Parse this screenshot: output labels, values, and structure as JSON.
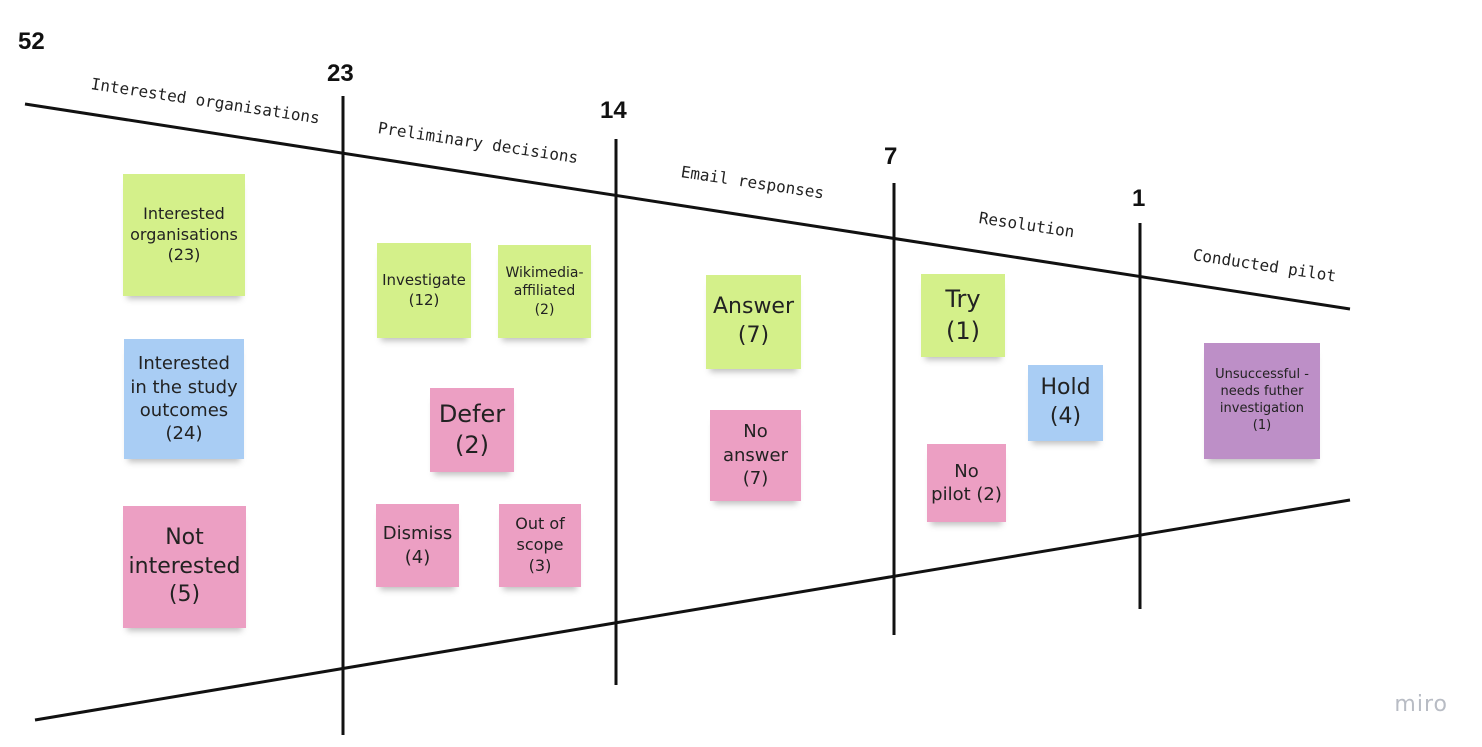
{
  "counts": [
    "52",
    "23",
    "14",
    "7",
    "1"
  ],
  "stages": [
    "Interested organisations",
    "Preliminary decisions",
    "Email responses",
    "Resolution",
    "Conducted pilot"
  ],
  "notes": {
    "interested_orgs": "Interested\norganisations\n(23)",
    "study_outcomes": "Interested\nin the study\noutcomes\n(24)",
    "not_interested": "Not\ninterested\n(5)",
    "investigate": "Investigate\n(12)",
    "wikimedia": "Wikimedia-\naffiliated (2)",
    "defer": "Defer\n(2)",
    "dismiss": "Dismiss\n(4)",
    "out_of_scope": "Out of\nscope\n(3)",
    "answer": "Answer\n(7)",
    "no_answer": "No\nanswer\n(7)",
    "try": "Try\n(1)",
    "hold": "Hold\n(4)",
    "no_pilot": "No\npilot (2)",
    "unsuccessful": "Unsuccessful -\nneeds futher\ninvestigation\n(1)"
  },
  "colors": {
    "green": "#d4f08a",
    "blue": "#a9cdf4",
    "pink": "#ec9fc3",
    "purple": "#bd8fc7"
  },
  "brand": "miro"
}
